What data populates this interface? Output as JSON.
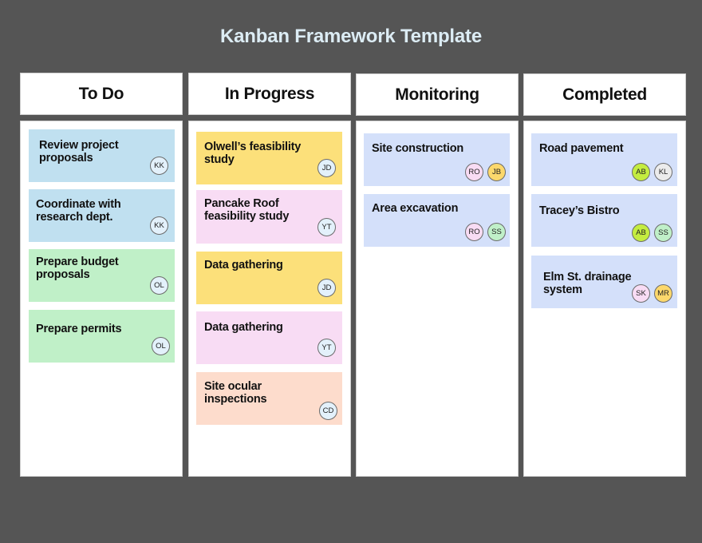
{
  "title": "Kanban Framework Template",
  "colors": {
    "background": "#555555",
    "title": "#dcecf4",
    "blue_card": "#c0e0f0",
    "green_card": "#c0f0c8",
    "yellow_card": "#fce07a",
    "pink_card": "#f8dcf4",
    "peach_card": "#fddccc",
    "periwinkle_card": "#d4e0fa"
  },
  "columns": [
    {
      "label": "To Do",
      "cards": [
        {
          "title": "Review project proposals",
          "color": "#c0e0f0",
          "avatars": [
            {
              "initials": "KK",
              "color": "#e3f1fb"
            }
          ]
        },
        {
          "title": "Coordinate with research dept.",
          "color": "#c0e0f0",
          "avatars": [
            {
              "initials": "KK",
              "color": "#e3f1fb"
            }
          ]
        },
        {
          "title": "Prepare budget proposals",
          "color": "#c0f0c8",
          "avatars": [
            {
              "initials": "OL",
              "color": "#e3f1fb"
            }
          ]
        },
        {
          "title": "Prepare permits",
          "color": "#c0f0c8",
          "avatars": [
            {
              "initials": "OL",
              "color": "#e3f1fb"
            }
          ]
        }
      ]
    },
    {
      "label": "In Progress",
      "cards": [
        {
          "title": "Olwell’s feasibility study",
          "color": "#fce07a",
          "avatars": [
            {
              "initials": "JD",
              "color": "#e3f1fb"
            }
          ]
        },
        {
          "title": "Pancake Roof feasibility study",
          "color": "#f8dcf4",
          "avatars": [
            {
              "initials": "YT",
              "color": "#e3f1fb"
            }
          ]
        },
        {
          "title": "Data gathering",
          "color": "#fce07a",
          "avatars": [
            {
              "initials": "JD",
              "color": "#e3f1fb"
            }
          ]
        },
        {
          "title": "Data gathering",
          "color": "#f8dcf4",
          "avatars": [
            {
              "initials": "YT",
              "color": "#e3f1fb"
            }
          ]
        },
        {
          "title": "Site ocular inspections",
          "color": "#fddccc",
          "avatars": [
            {
              "initials": "CD",
              "color": "#e3f1fb"
            }
          ]
        }
      ]
    },
    {
      "label": "Monitoring",
      "cards": [
        {
          "title": "Site construction",
          "color": "#d4e0fa",
          "avatars": [
            {
              "initials": "RO",
              "color": "#f8dcf4"
            },
            {
              "initials": "JB",
              "color": "#fcd86c"
            }
          ]
        },
        {
          "title": "Area excavation",
          "color": "#d4e0fa",
          "avatars": [
            {
              "initials": "RO",
              "color": "#f8dcf4"
            },
            {
              "initials": "SS",
              "color": "#c0f0c8"
            }
          ]
        }
      ]
    },
    {
      "label": "Completed",
      "cards": [
        {
          "title": "Road pavement",
          "color": "#d4e0fa",
          "avatars": [
            {
              "initials": "AB",
              "color": "#c4ec40"
            },
            {
              "initials": "KL",
              "color": "#ececec"
            }
          ]
        },
        {
          "title": "Tracey’s Bistro",
          "color": "#d4e0fa",
          "avatars": [
            {
              "initials": "AB",
              "color": "#c4ec40"
            },
            {
              "initials": "SS",
              "color": "#c0f0c8"
            }
          ]
        },
        {
          "title": "Elm St. drainage system",
          "color": "#d4e0fa",
          "avatars": [
            {
              "initials": "SK",
              "color": "#f8dcf4"
            },
            {
              "initials": "MR",
              "color": "#fcd86c"
            }
          ]
        }
      ]
    }
  ]
}
